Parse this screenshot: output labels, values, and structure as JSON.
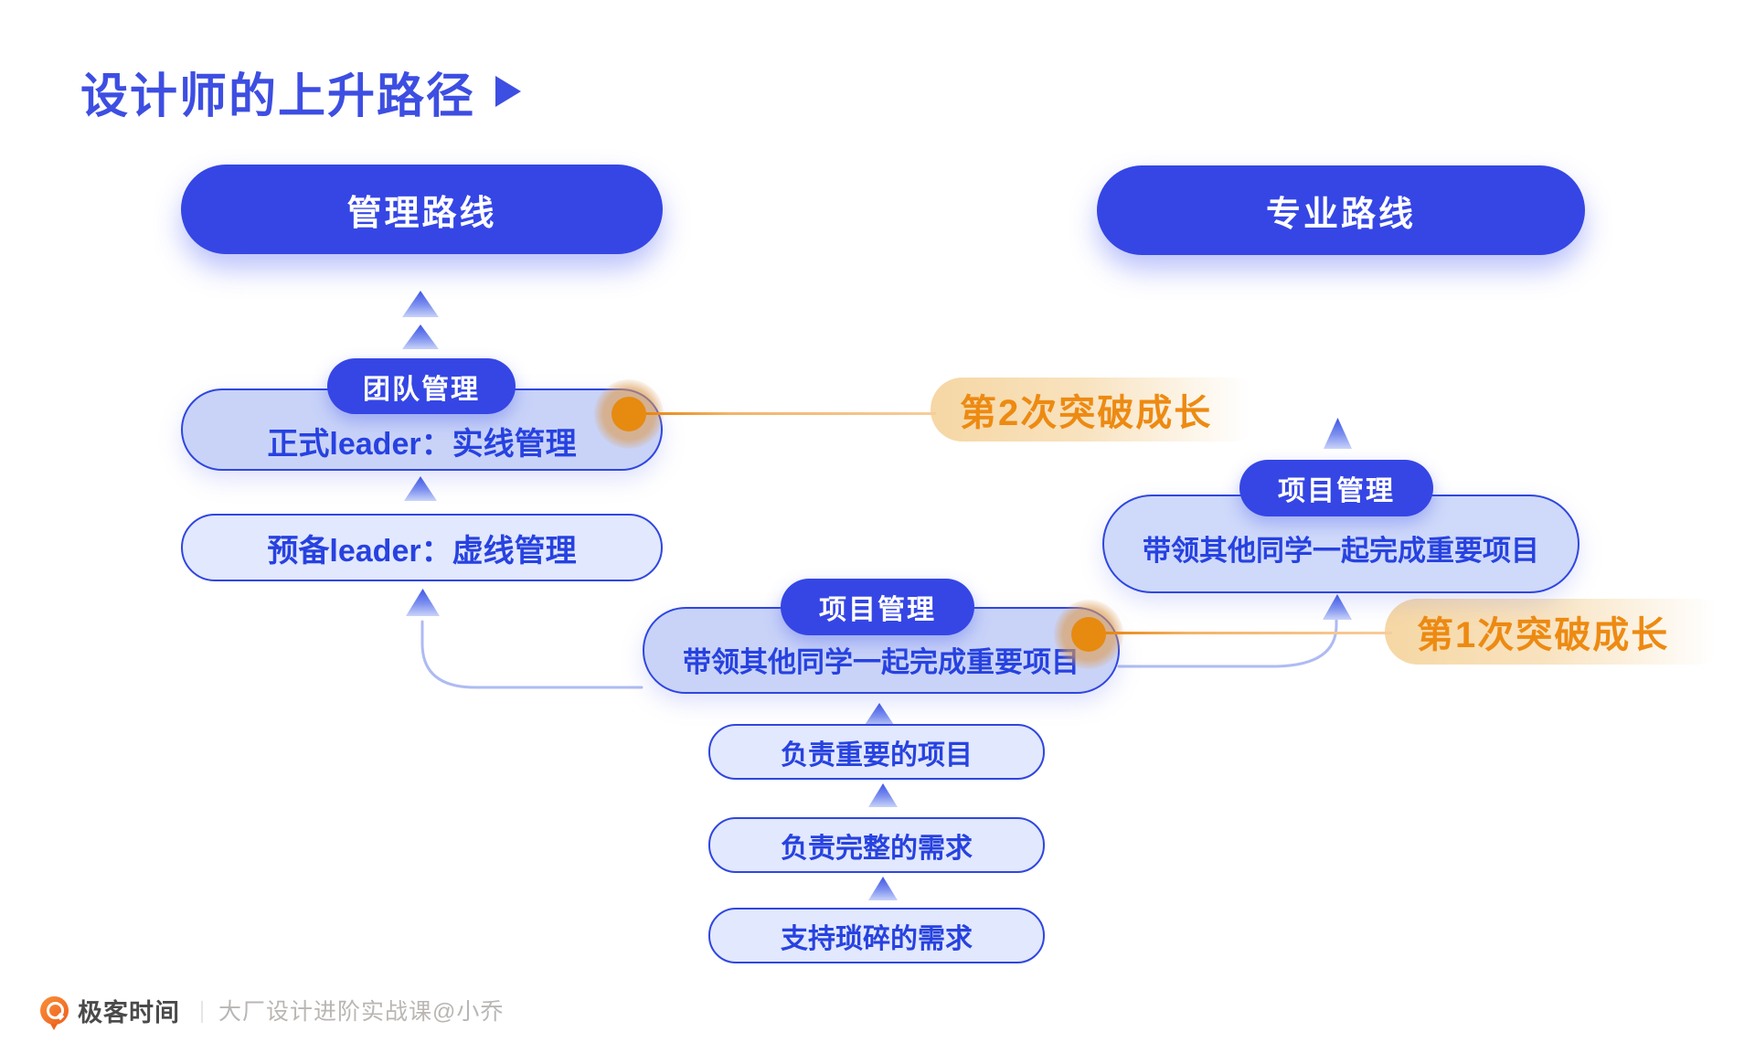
{
  "page": {
    "title": "设计师的上升路径"
  },
  "headers": {
    "management": "管理路线",
    "professional": "专业路线"
  },
  "management_track": {
    "team_management_label": "团队管理",
    "formal_leader": "正式leader：实线管理",
    "reserve_leader": "预备leader：虚线管理"
  },
  "center_track": {
    "project_management_label": "项目管理",
    "lead_projects": "带领其他同学一起完成重要项目",
    "important_projects": "负责重要的项目",
    "complete_requirements": "负责完整的需求",
    "trivial_requirements": "支持琐碎的需求"
  },
  "professional_track": {
    "project_management_label": "项目管理",
    "lead_projects": "带领其他同学一起完成重要项目"
  },
  "callouts": {
    "second_breakthrough": "第2次突破成长",
    "first_breakthrough": "第1次突破成长"
  },
  "footer": {
    "brand": "极客时间",
    "separator": "｜",
    "course": "大厂设计进阶实战课@小乔"
  },
  "colors": {
    "primary_blue": "#3546E5",
    "title_blue": "#3D4EE2",
    "box_border_blue": "#2F46E0",
    "box_text_blue": "#2742E0",
    "box_fill_light": "#C9D3F8",
    "box_fill_lighter": "#E2E8FD",
    "connector_blue": "#AEBBF3",
    "orange_text": "#ED8A12",
    "orange_dot": "#E78A10",
    "orange_halo": "#DD9A4D",
    "orange_line": "#F2B468",
    "callout_bg": "#F6D7A4"
  }
}
